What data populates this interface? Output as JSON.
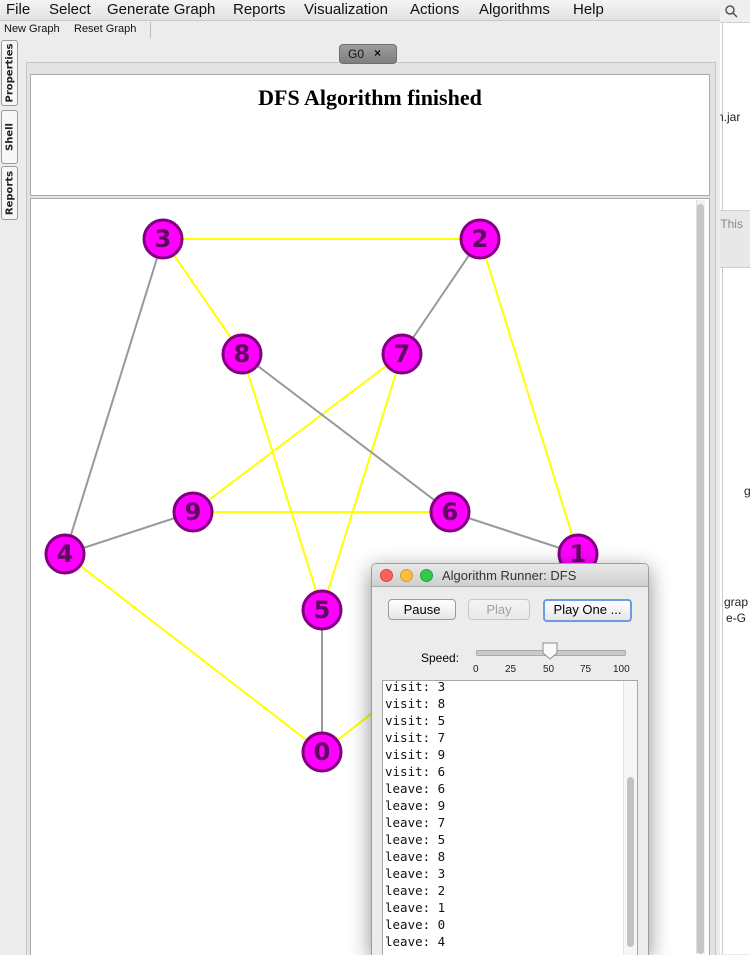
{
  "menu": [
    "File",
    "Select",
    "Generate Graph",
    "Reports",
    "Visualization",
    "Actions",
    "Algorithms",
    "Help"
  ],
  "toolbar": {
    "new_graph": "New Graph",
    "reset_graph": "Reset Graph"
  },
  "side_tabs": [
    "Properties",
    "Shell",
    "Reports"
  ],
  "tab": {
    "label": "G0",
    "close": "×"
  },
  "header": {
    "title": "DFS Algorithm finished"
  },
  "graph": {
    "node_color": "#ff00ff",
    "node_border": "#800080",
    "highlight_edge_color": "#ffff00",
    "edge_color": "#999999",
    "nodes": [
      "3",
      "2",
      "8",
      "7",
      "9",
      "6",
      "4",
      "1",
      "5",
      "0"
    ]
  },
  "runner": {
    "title": "Algorithm Runner: DFS",
    "pause": "Pause",
    "play": "Play",
    "play_one": "Play One ...",
    "speed_label": "Speed:",
    "speed_value": 50,
    "speed_ticks": [
      "0",
      "25",
      "50",
      "75",
      "100"
    ],
    "log": [
      "visit: 3",
      "visit: 8",
      "visit: 5",
      "visit: 7",
      "visit: 9",
      "visit: 6",
      "leave: 6",
      "leave: 9",
      "leave: 7",
      "leave: 5",
      "leave: 8",
      "leave: 3",
      "leave: 2",
      "leave: 1",
      "leave: 0",
      "leave: 4"
    ]
  },
  "right_panel": {
    "jar_text": "n.jar",
    "this_text": "'This",
    "g_text": "g",
    "grap_text": "grap",
    "eg_text": "e-G"
  }
}
